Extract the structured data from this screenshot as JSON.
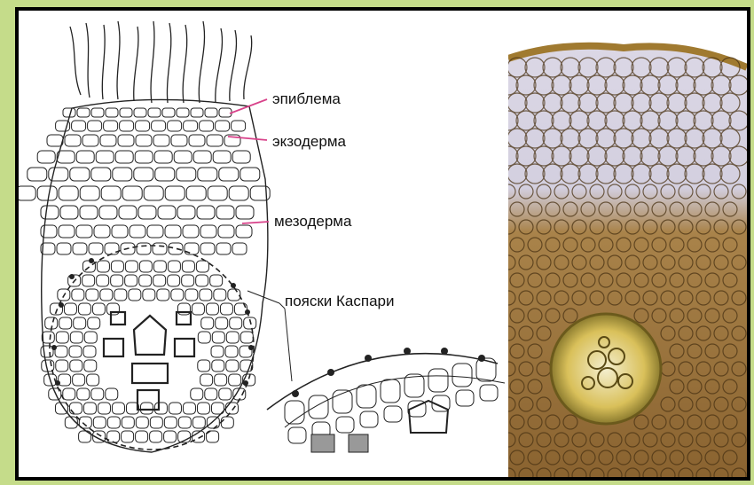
{
  "labels": {
    "epiblema": "эпиблема",
    "exoderm": "экзодерма",
    "mesoderm": "мезодерма",
    "caspary": "пояски Каспари"
  },
  "colors": {
    "frame": "#c5dc8a",
    "leader_line": "#d8428a",
    "cell_wall": "#222222",
    "photo_top": "#d9d6e3",
    "photo_cells": "#b78a3c",
    "stele": "#d4b13c"
  }
}
